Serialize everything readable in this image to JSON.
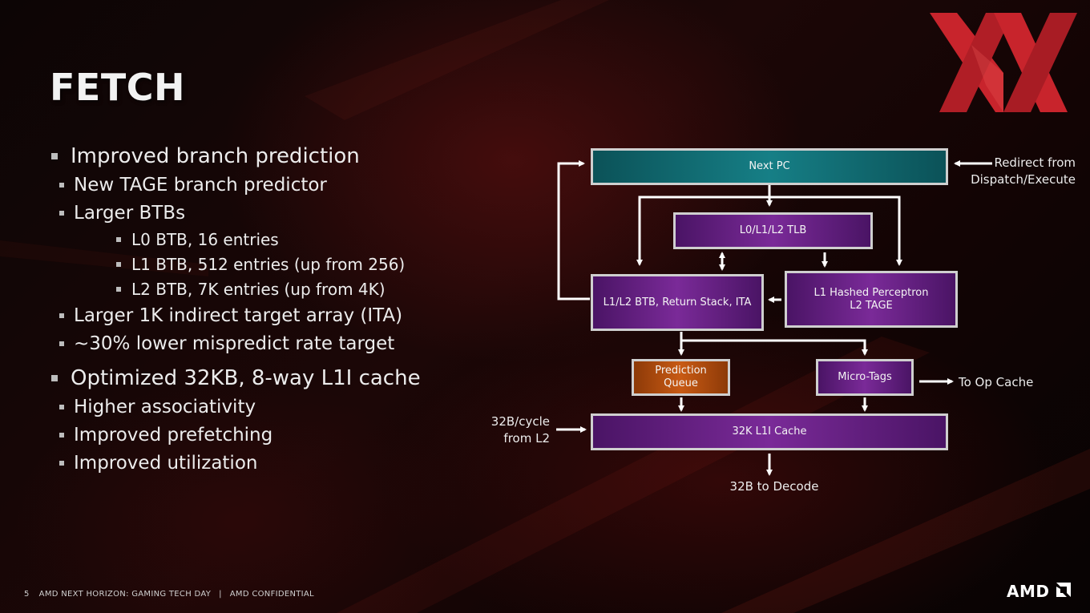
{
  "slide": {
    "title": "FETCH",
    "footer": {
      "page_number": "5",
      "event": "AMD NEXT HORIZON: GAMING TECH DAY",
      "separator": "|",
      "confidentiality": "AMD CONFIDENTIAL"
    },
    "brand": "AMD"
  },
  "bullets": {
    "b1": "Improved branch prediction",
    "b1_1": "New TAGE branch predictor",
    "b1_2": "Larger BTBs",
    "b1_2_1": "L0 BTB, 16 entries",
    "b1_2_2": "L1 BTB, 512 entries (up from 256)",
    "b1_2_3": "L2 BTB, 7K entries (up from 4K)",
    "b1_3": "Larger 1K indirect target array (ITA)",
    "b1_4": "~30% lower mispredict rate target",
    "b2": "Optimized 32KB, 8-way L1I cache",
    "b2_1": "Higher associativity",
    "b2_2": "Improved prefetching",
    "b2_3": "Improved utilization"
  },
  "diagram": {
    "next_pc": "Next PC",
    "tlb": "L0/L1/L2 TLB",
    "btb": "L1/L2 BTB, Return Stack, ITA",
    "perceptron_line1": "L1 Hashed Perceptron",
    "perceptron_line2": "L2 TAGE",
    "prediction_queue_line1": "Prediction",
    "prediction_queue_line2": "Queue",
    "micro_tags": "Micro-Tags",
    "l1i_cache": "32K L1I Cache",
    "redirect_line1": "Redirect from",
    "redirect_line2": "Dispatch/Execute",
    "to_op_cache": "To Op Cache",
    "from_l2_line1": "32B/cycle",
    "from_l2_line2": "from L2",
    "to_decode": "32B to Decode"
  },
  "colors": {
    "box_purple": "#6a2088",
    "box_teal": "#137077",
    "box_orange": "#b04e10",
    "box_border": "#cfcfcf",
    "logo_red": "#c8242c"
  }
}
